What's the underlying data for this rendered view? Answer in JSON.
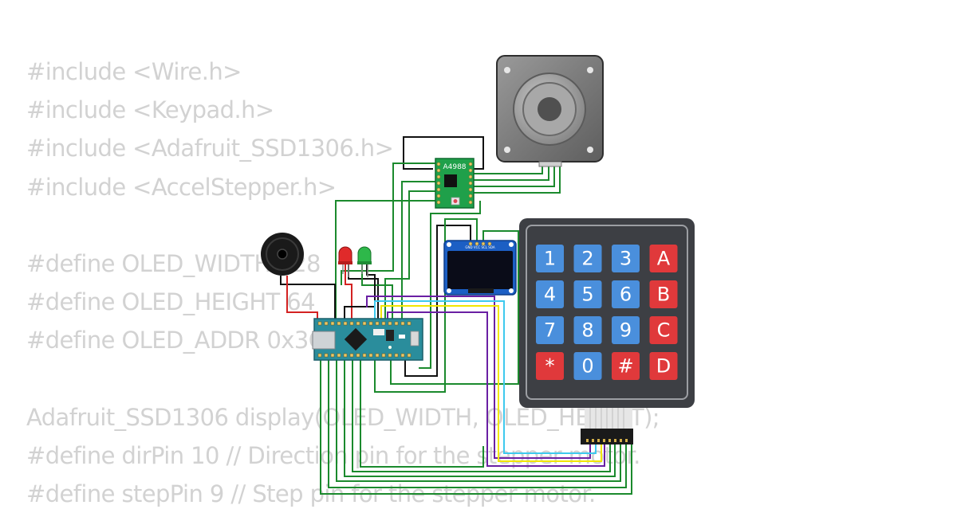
{
  "code_lines": [
    "#include <Wire.h>",
    "#include <Keypad.h>",
    "#include <Adafruit_SSD1306.h>",
    "#include <AccelStepper.h>",
    "",
    "#define OLED_WIDTH 128",
    "#define OLED_HEIGHT 64",
    "#define OLED_ADDR 0x3C // I2C ad",
    "",
    "Adafruit_SSD1306 display(OLED_WIDTH, OLED_HEIGHT);",
    "#define dirPin 10 // Direction pin for the stepper motor.",
    "#define stepPin 9 // Step pin for the stepper motor."
  ],
  "driver": {
    "label": "A4988"
  },
  "oled": {
    "pin_labels": "GND VCC SCL SDA"
  },
  "keypad": {
    "keys": [
      [
        "1",
        "2",
        "3",
        "A"
      ],
      [
        "4",
        "5",
        "6",
        "B"
      ],
      [
        "7",
        "8",
        "9",
        "C"
      ],
      [
        "*",
        "0",
        "#",
        "D"
      ]
    ]
  },
  "colors": {
    "wire_green": "#1b8a2d",
    "wire_black": "#111111",
    "wire_red": "#d32222",
    "wire_yellow": "#f2e600",
    "wire_cyan": "#3ec9ee",
    "wire_purple": "#6a1fa3",
    "keypad_body": "#3d3f44",
    "key_blue": "#4a8fdc",
    "key_red": "#e0393b",
    "arduino_teal": "#2a8d9c",
    "driver_green": "#1fa04a",
    "oled_blue": "#1c5fc4"
  },
  "icons": {
    "motor": "stepper-motor-icon",
    "buzzer": "buzzer-icon",
    "led_red": "red-led-icon",
    "led_green": "green-led-icon"
  }
}
